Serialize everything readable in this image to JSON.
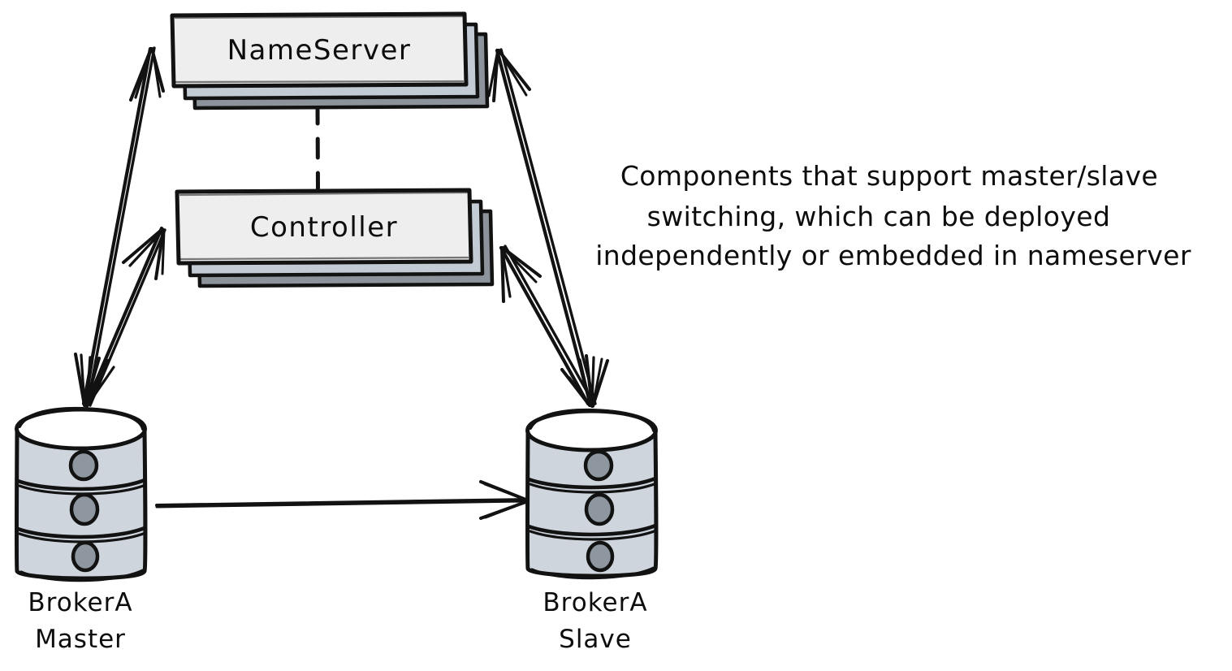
{
  "diagram": {
    "title_text": null,
    "background_color": "#ffffff",
    "ink_color": "#121212",
    "palette": {
      "box_front_fill": "#eeeeee",
      "box_mid_fill": "#c3cbd4",
      "box_back_fill": "#8c939b",
      "cylinder_body_fill": "#ced5dd",
      "cylinder_top_fill": "#ffffff",
      "cylinder_hole_fill": "#8e979f"
    },
    "nodes": [
      {
        "id": "nameserver",
        "label": "NameServer",
        "shape": "stacked-box",
        "stack_count": 3
      },
      {
        "id": "controller",
        "label": "Controller",
        "shape": "stacked-box",
        "stack_count": 3
      },
      {
        "id": "broker-master",
        "label_line1": "BrokerA",
        "label_line2": "Master",
        "shape": "database-cylinder",
        "segments": 3
      },
      {
        "id": "broker-slave",
        "label_line1": "BrokerA",
        "label_line2": "Slave",
        "shape": "database-cylinder",
        "segments": 3
      }
    ],
    "connectors": [
      {
        "id": "master-to-nameserver",
        "from": "broker-master",
        "to": "nameserver",
        "style": "solid",
        "arrows": "both"
      },
      {
        "id": "master-to-controller",
        "from": "broker-master",
        "to": "controller",
        "style": "solid",
        "arrows": "both"
      },
      {
        "id": "slave-to-nameserver",
        "from": "broker-slave",
        "to": "nameserver",
        "style": "solid",
        "arrows": "both"
      },
      {
        "id": "slave-to-controller",
        "from": "broker-slave",
        "to": "controller",
        "style": "solid",
        "arrows": "both"
      },
      {
        "id": "nameserver-to-controller",
        "from": "nameserver",
        "to": "controller",
        "style": "dashed",
        "arrows": "none"
      },
      {
        "id": "master-to-slave",
        "from": "broker-master",
        "to": "broker-slave",
        "style": "solid",
        "arrows": "end"
      }
    ],
    "annotation": {
      "id": "master-slave-switching-note",
      "line1": "Components that support master/slave",
      "line2": "switching, which can be deployed",
      "line3": "independently or embedded in nameserver"
    }
  }
}
